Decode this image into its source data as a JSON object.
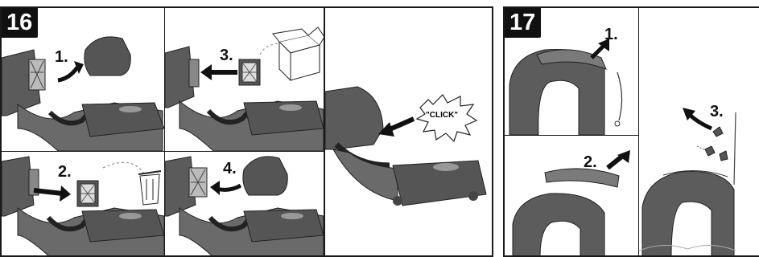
{
  "figure16": {
    "badge": "16",
    "steps": {
      "s1": "1.",
      "s2": "2.",
      "s3": "3.",
      "s4": "4."
    },
    "click_label": "\"CLICK\""
  },
  "figure17": {
    "badge": "17",
    "steps": {
      "s1": "1.",
      "s2": "2.",
      "s3": "3."
    }
  },
  "colors": {
    "ink": "#1a1a1a",
    "body_dark": "#4a4a4a",
    "body_mid": "#6e6e6e",
    "body_light": "#9a9a9a"
  }
}
